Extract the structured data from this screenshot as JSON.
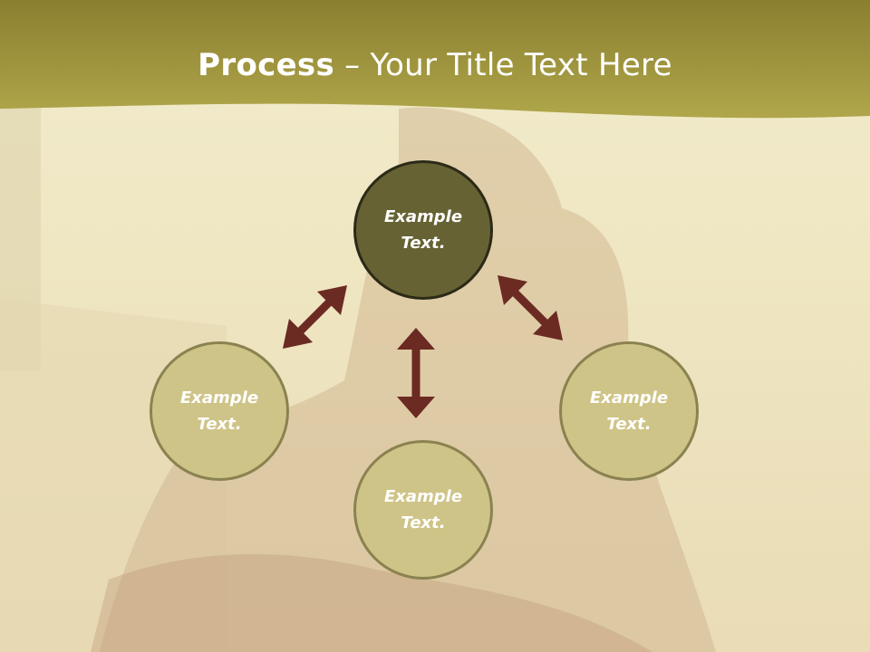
{
  "slide": {
    "title_bold": "Process",
    "title_rest": " – Your Title Text Here"
  },
  "nodes": {
    "top": "Example\nText.",
    "left": "Example\nText.",
    "right": "Example\nText.",
    "bottom": "Example\nText."
  },
  "colors": {
    "header": "#a39a3f",
    "center_fill": "#666233",
    "outer_fill": "#cfc487",
    "arrow": "#6b2a22"
  }
}
